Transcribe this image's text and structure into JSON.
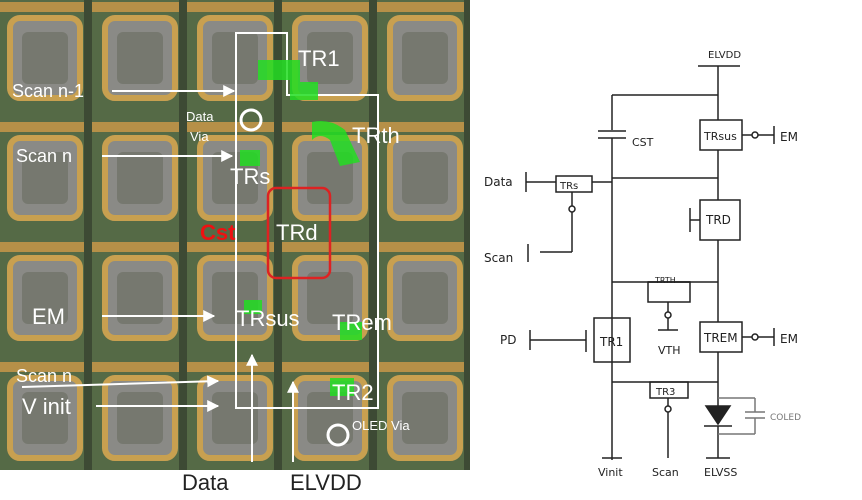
{
  "micrograph": {
    "labels": {
      "tr1": "TR1",
      "trth": "TRth",
      "trs": "TRs",
      "trd": "TRd",
      "cst": "Cst",
      "trsus": "TRsus",
      "trem": "TRem",
      "tr2": "TR2",
      "data_via": "Data\nVia",
      "oled_via": "OLED Via"
    },
    "signals_left": [
      "Scan n-1",
      "Scan n",
      "EM",
      "Scan n",
      "V init"
    ],
    "bottom_inputs": [
      "Data",
      "ELVDD"
    ],
    "colors": {
      "background": "#5a6a4a",
      "metal": "#c8a050",
      "highlight_green": "#22dd22",
      "cst_box": "#dd2222",
      "cst_text": "#ee1111",
      "outline": "#ffffff"
    }
  },
  "schematic": {
    "supply_top": "ELVDD",
    "supply_bottom": "ELVSS",
    "cap_storage": "CST",
    "cap_oled": "COLED",
    "transistors": [
      "TRsus",
      "TRs",
      "TRD",
      "TRTH",
      "TR1",
      "TREM",
      "TR3"
    ],
    "labels": {
      "trsus": "TRsus",
      "trs": "TRs",
      "trd": "TRD",
      "trth": "TRTH",
      "tr1": "TR1",
      "trem": "TREM",
      "tr3": "TR3",
      "cst": "CST",
      "coled": "COLED",
      "elvdd": "ELVDD",
      "elvss": "ELVSS",
      "vinit": "Vinit",
      "scan_bottom": "Scan",
      "vth": "VTH"
    },
    "inputs_left": [
      "Data",
      "Scan",
      "PD"
    ],
    "inputs_right": [
      "EM",
      "EM"
    ],
    "colors": {
      "ink": "#222222",
      "grey": "#777777"
    }
  }
}
